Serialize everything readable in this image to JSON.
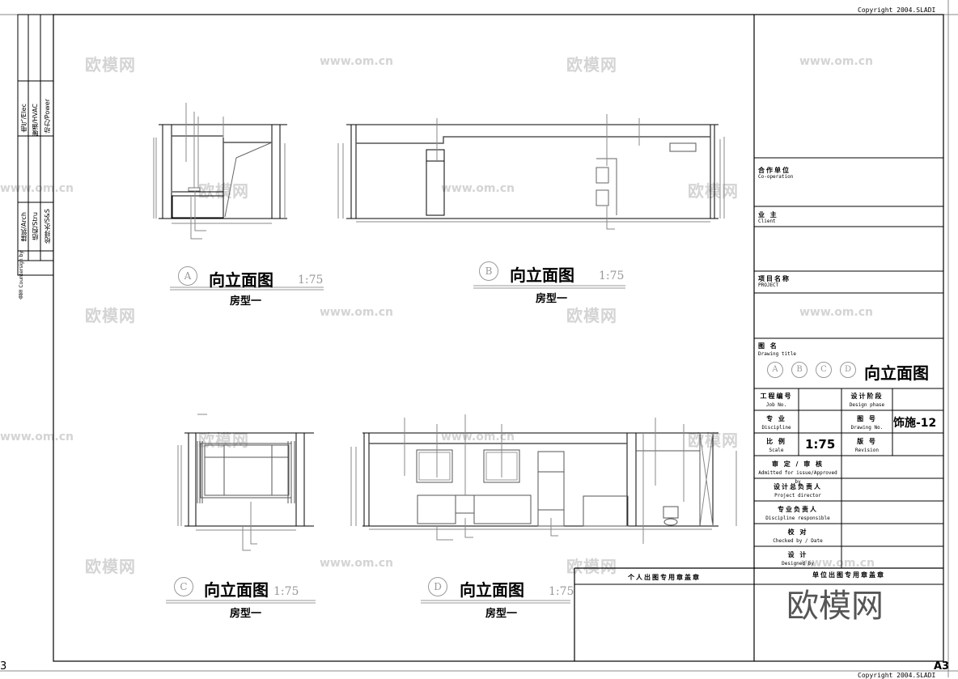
{
  "sheet": {
    "copyright_top": "Copyright 2004.SLADI",
    "copyright_bottom": "Copyright 2004.SLADI",
    "paper_size": "A3",
    "corner_mark": "3"
  },
  "left_strip": {
    "disciplines_top": [
      "电气/Elec",
      "暖通/HVAC",
      "动力/Power"
    ],
    "disciplines_bottom": [
      "建筑/Arch",
      "结构/Stru",
      "给排水/S&S"
    ],
    "countersign": "会签 Countersign by"
  },
  "title_block": {
    "cooperation_cn": "合作单位",
    "cooperation_en": "Co-operation",
    "client_cn": "业 主",
    "client_en": "Client",
    "project_cn": "项目名称",
    "project_en": "PROJECT",
    "drawing_title_cn": "图 名",
    "drawing_title_en": "Drawing title",
    "drawing_title_tags": [
      "A",
      "B",
      "C",
      "D"
    ],
    "drawing_title_value": "向立面图",
    "job_no_cn": "工程编号",
    "job_no_en": "Job No.",
    "design_phase_cn": "设计阶段",
    "design_phase_en": "Design phase",
    "discipline_cn": "专 业",
    "discipline_en": "Discipline",
    "drawing_no_cn": "图 号",
    "drawing_no_en": "Drawing No.",
    "drawing_no_value": "饰施-12",
    "scale_cn": "比 例",
    "scale_en": "Scale",
    "scale_value": "1:75",
    "revision_cn": "版 号",
    "revision_en": "Revision",
    "approved_cn": "审 定 / 审 核",
    "approved_en": "Admitted for issue/Approved by",
    "project_director_cn": "设计总负责人",
    "project_director_en": "Project director",
    "discipline_resp_cn": "专业负责人",
    "discipline_resp_en": "Discipline responsible",
    "checked_cn": "校 对",
    "checked_en": "Checked by / Date",
    "designed_cn": "设 计",
    "designed_en": "Designed by",
    "personal_stamp": "个人出图专用章盖章",
    "unit_stamp": "单位出图专用章盖章"
  },
  "elevations": [
    {
      "tag": "A",
      "title": "向立面图",
      "scale": "1:75",
      "subtitle": "房型一"
    },
    {
      "tag": "B",
      "title": "向立面图",
      "scale": "1:75",
      "subtitle": "房型一"
    },
    {
      "tag": "C",
      "title": "向立面图",
      "scale": "1:75",
      "subtitle": "房型一"
    },
    {
      "tag": "D",
      "title": "向立面图",
      "scale": "1:75",
      "subtitle": "房型一"
    }
  ],
  "watermarks": {
    "logo": "欧模网",
    "url": "www.om.cn"
  },
  "colors": {
    "line": "#000000",
    "annotation": "#808080",
    "watermark": "#d4d4d4"
  }
}
